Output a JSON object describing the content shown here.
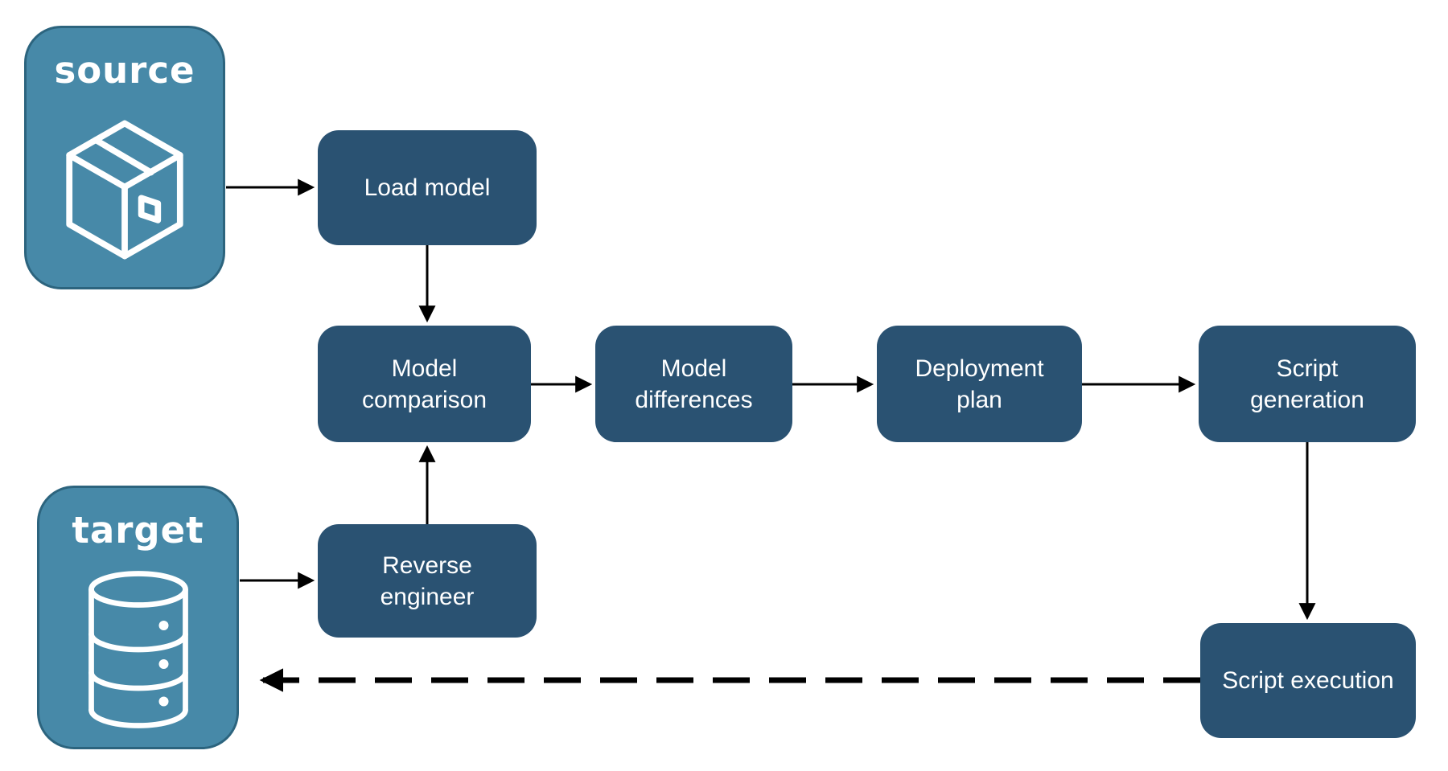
{
  "diagram": {
    "title": "model deployment pipeline",
    "colors": {
      "entity_fill": "#4789A8",
      "entity_border": "#2C647E",
      "process_fill": "#2A5272",
      "label_text": "#FFFFFF",
      "arrow": "#000000",
      "background": "#FFFFFF"
    },
    "nodes": {
      "source": {
        "label": "source",
        "icon": "package-icon",
        "type": "entity"
      },
      "target": {
        "label": "target",
        "icon": "database-icon",
        "type": "entity"
      },
      "load_model": {
        "label": "Load model",
        "type": "process"
      },
      "model_comparison": {
        "label": "Model comparison",
        "type": "process"
      },
      "model_differences": {
        "label": "Model differences",
        "type": "process"
      },
      "deployment_plan": {
        "label": "Deployment plan",
        "type": "process"
      },
      "script_generation": {
        "label": "Script generation",
        "type": "process"
      },
      "reverse_engineer": {
        "label": "Reverse engineer",
        "type": "process"
      },
      "script_execution": {
        "label": "Script execution",
        "type": "process"
      }
    },
    "edges": [
      {
        "from": "source",
        "to": "load_model",
        "style": "solid"
      },
      {
        "from": "load_model",
        "to": "model_comparison",
        "style": "solid"
      },
      {
        "from": "model_comparison",
        "to": "model_differences",
        "style": "solid"
      },
      {
        "from": "model_differences",
        "to": "deployment_plan",
        "style": "solid"
      },
      {
        "from": "deployment_plan",
        "to": "script_generation",
        "style": "solid"
      },
      {
        "from": "script_generation",
        "to": "script_execution",
        "style": "solid"
      },
      {
        "from": "target",
        "to": "reverse_engineer",
        "style": "solid"
      },
      {
        "from": "reverse_engineer",
        "to": "model_comparison",
        "style": "solid"
      },
      {
        "from": "script_execution",
        "to": "target",
        "style": "dashed"
      }
    ]
  }
}
